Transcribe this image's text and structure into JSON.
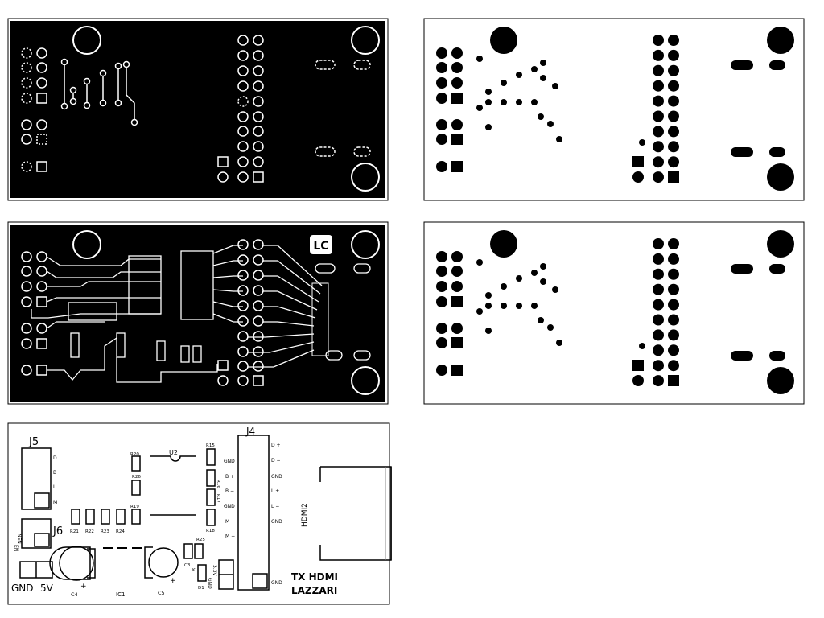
{
  "panels": {
    "copper_bottom": {
      "label": ""
    },
    "drill_top": {
      "label": ""
    },
    "copper_top": {
      "badge": "LC"
    },
    "drill_bottom": {
      "label": ""
    },
    "silkscreen": {
      "designators": {
        "J5": "J5",
        "J6": "J6",
        "J4": "J4",
        "U2": "U2",
        "IC1": "IC1",
        "C4": "C4",
        "C5": "C5",
        "C3": "C3",
        "D1": "D1",
        "HDMI2": "HDMI2",
        "R15": "R15",
        "R16": "R16",
        "R17": "R17",
        "R18": "R18",
        "R19": "R19",
        "R20": "R20",
        "R25": "R25",
        "R26": "R26",
        "R21": "R21",
        "R22": "R22",
        "R23": "R23",
        "R24": "R24"
      },
      "j5_pins": [
        "D",
        "B",
        "L",
        "M"
      ],
      "j6_pins": [
        "NEN",
        "EN"
      ],
      "power": {
        "gnd": "GND",
        "v5": "5V",
        "v33": "3.3V",
        "gnd_small": "GND",
        "k": "K"
      },
      "j4_left": [
        "GND",
        "B +",
        "B −",
        "GND",
        "M +",
        "M −"
      ],
      "j4_right": [
        "D +",
        "D −",
        "GND",
        "L +",
        "L −",
        "GND"
      ],
      "j4_bottom_right": "GND",
      "title": {
        "line1": "TX  HDMI",
        "line2": "LAZZARI"
      },
      "polarity": "+"
    }
  }
}
